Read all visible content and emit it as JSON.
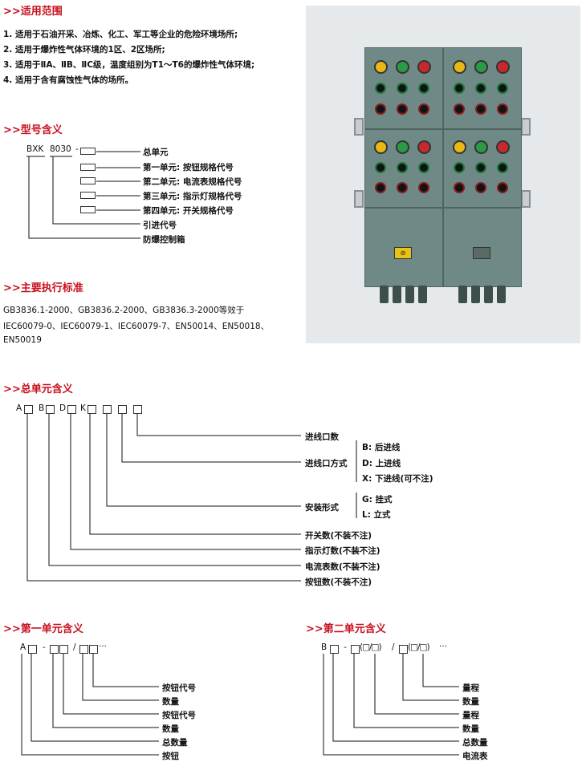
{
  "sections": {
    "scope": {
      "title": ">>适用范围",
      "items": [
        "1. 适用于石油开采、冶炼、化工、军工等企业的危险环境场所;",
        "2. 适用于爆炸性气体环境的1区、2区场所;",
        "3. 适用于ⅡA、ⅡB、ⅡC级，温度组别为T1～T6的爆炸性气体环境;",
        "4. 适用于含有腐蚀性气体的场所。"
      ]
    },
    "model": {
      "title": ">>型号含义",
      "code_prefix": "BXK",
      "code_num": "8030",
      "code_dash": "-",
      "labels": [
        "总单元",
        "第一单元: 按钮规格代号",
        "第二单元: 电流表规格代号",
        "第三单元: 指示灯规格代号",
        "第四单元: 开关规格代号",
        "引进代号",
        "防爆控制箱"
      ]
    },
    "standards": {
      "title": ">>主要执行标准",
      "lines": [
        "GB3836.1-2000、GB3836.2-2000、GB3836.3-2000等效于",
        "IEC60079-0、IEC60079-1、IEC60079-7、EN50014、EN50018、",
        "EN50019"
      ]
    },
    "total_unit": {
      "title": ">>总单元含义",
      "letters": [
        "A",
        "B",
        "D",
        "K"
      ],
      "labels": {
        "inlet_count": "进线口数",
        "inlet_mode": "进线口方式",
        "inlet_b": "B: 后进线",
        "inlet_d": "D: 上进线",
        "inlet_x": "X: 下进线(可不注)",
        "install": "安装形式",
        "install_g": "G: 挂式",
        "install_l": "L: 立式",
        "switch_count": "开关数(不装不注)",
        "lamp_count": "指示灯数(不装不注)",
        "ammeter_count": "电流表数(不装不注)",
        "button_count": "按钮数(不装不注)"
      }
    },
    "unit1": {
      "title": ">>第一单元含义",
      "letter": "A",
      "sep1": "-",
      "sep2": "/",
      "ellipsis": "···",
      "labels": [
        "按钮代号",
        "数量",
        "按钮代号",
        "数量",
        "总数量",
        "按钮"
      ]
    },
    "unit2": {
      "title": ">>第二单元含义",
      "letter": "B",
      "sep1": "-",
      "mid1": "(□/□)",
      "sep2": "/",
      "mid2": "(□/□)",
      "ellipsis": "···",
      "labels": [
        "量程",
        "数量",
        "量程",
        "数量",
        "总数量",
        "电流表"
      ]
    }
  },
  "photo": {
    "plate_left": "⊘",
    "lamp_colors": [
      "#e8b817",
      "#2a9a46",
      "#c8282b"
    ]
  }
}
